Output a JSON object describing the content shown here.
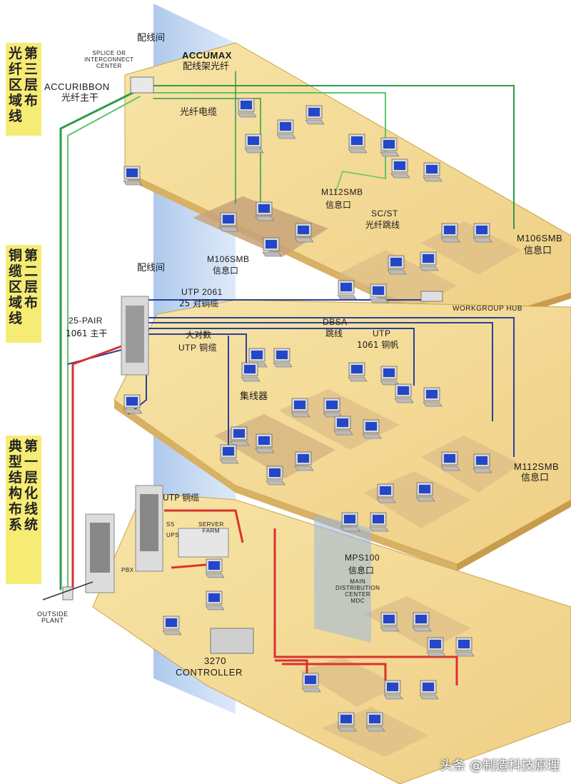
{
  "side_labels": [
    {
      "cols": [
        "光第",
        "纤三",
        "区层",
        "域",
        "布",
        "线"
      ],
      "name": "fiber-zone-third-floor"
    },
    {
      "cols": [
        "铜第",
        "缆二",
        "区层",
        "域",
        "布",
        "线"
      ],
      "name": "copper-zone-second-floor"
    },
    {
      "cols": [
        "典第",
        "型一",
        "结层",
        "构",
        "化",
        "布",
        "线",
        "系",
        "统"
      ],
      "name": "structured-cabling-first-floor"
    }
  ],
  "side_text": {
    "l1": [
      "光第",
      "纤三",
      "区层",
      "域布",
      "线"
    ],
    "l2": [
      "铜第",
      "缆二",
      "区层",
      "域布",
      "线"
    ],
    "l3": [
      "典第",
      "型一",
      "结层",
      "构化",
      "布线",
      "系统"
    ]
  },
  "labels": {
    "distribution_frame_top": "配线间",
    "splice_center": "SPLICE OR\nINTERCONNECT\nCENTER",
    "accumax": "ACCUMAX",
    "accumax_cn": "配线架光纤",
    "accuribbon": "ACCURIBBON",
    "fiber_backbone": "光纤主干",
    "fiber_cable": "光纤电缆",
    "m112smb_top": "M112SMB",
    "info_outlet_a": "信息口",
    "scst": "SC/ST",
    "fiber_jumper": "光纤跳线",
    "m106smb_right": "M106SMB",
    "info_outlet_b": "信息口",
    "m106smb_left": "M106SMB",
    "info_outlet_c": "信息口",
    "distribution_frame_mid": "配线间",
    "utp2061": "UTP 2061",
    "pair25_cable": "25 对铜缆",
    "pair25": "25-PAIR",
    "backbone_1061": "1061 主干",
    "large_pair": "大对数",
    "utp_copper": "UTP 铜缆",
    "dbsa": "DBSA",
    "jumper": "跳线",
    "utp": "UTP",
    "cord_1061": "1061 铜帆",
    "workgroup_hub": "WORKGROUP HUB",
    "hub_cn": "集线器",
    "m112smb_mid": "M112SMB",
    "info_outlet_d": "信息口",
    "utp_copper_low": "UTP 铜缆",
    "pbx": "PBX",
    "ups": "UPS",
    "server_farm": "SERVER\nFARM",
    "ss": "SS",
    "mps100": "MPS100",
    "info_outlet_e": "信息口",
    "main_distribution": "MAIN\nDISTRIBUTION\nCENTER\nMDC",
    "outside_plant": "OUTSIDE\nPLANT",
    "controller_num": "3270",
    "controller": "CONTROLLER",
    "watermark": "头条 @制造科技原理"
  },
  "colors": {
    "floor": "#f4dc94",
    "floor_edge": "#c9a24a",
    "floor_dark": "#e7c47a",
    "zone": "#c8a37a",
    "shaft": "#a9c3e8",
    "fiber": "#2e9b4a",
    "fiber_light": "#5fc46a",
    "copper_blue": "#2a3f9a",
    "copper_red": "#d9322e",
    "side_bg": "#f6ec74",
    "pc_screen": "#2447c8",
    "pc_body": "#d8d8d8"
  }
}
